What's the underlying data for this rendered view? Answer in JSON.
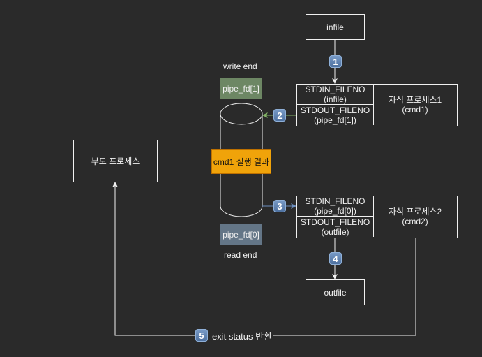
{
  "nodes": {
    "infile": "infile",
    "outfile": "outfile",
    "parent_process": "부모 프로세스",
    "write_end": "write end",
    "read_end": "read end",
    "pipe_write_fd": "pipe_fd[1]",
    "pipe_read_fd": "pipe_fd[0]",
    "pipe_content": "cmd1 실행 결과"
  },
  "child1": {
    "stdin_label": "STDIN_FILENO",
    "stdin_target": "(infile)",
    "stdout_label": "STDOUT_FILENO",
    "stdout_target": "(pipe_fd[1])",
    "name": "자식 프로세스1",
    "cmd": "(cmd1)"
  },
  "child2": {
    "stdin_label": "STDIN_FILENO",
    "stdin_target": "(pipe_fd[0])",
    "stdout_label": "STDOUT_FILENO",
    "stdout_target": "(outfile)",
    "name": "자식 프로세스2",
    "cmd": "(cmd2)"
  },
  "steps": {
    "s1": "1",
    "s2": "2",
    "s3": "3",
    "s4": "4",
    "s5": "5",
    "s5_label": "exit status 반환"
  },
  "colors": {
    "background": "#2a2a2a",
    "pipe_write": "#6d8764",
    "pipe_read": "#647687",
    "pipe_content": "#f0a30a",
    "arrow_write": "#82b366",
    "arrow_read": "#6c8ebf"
  }
}
